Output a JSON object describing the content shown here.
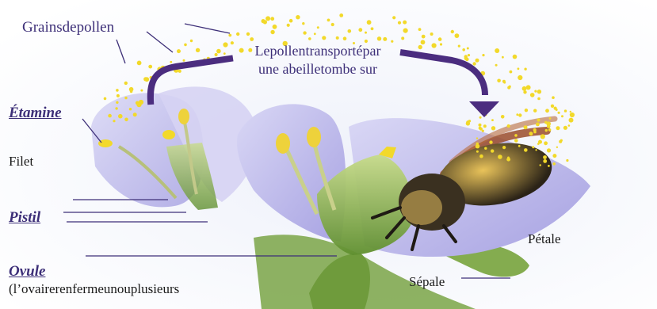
{
  "labels": {
    "pollen_grains": "Grainsdepollen",
    "transport_line1": "Lepollentransportépar",
    "transport_line2": "une abeilletombe sur",
    "stamen": "Étamine",
    "filament": "Filet",
    "pistil": "Pistil",
    "ovule": "Ovule",
    "ovary_note": "(l’ovairerenfermeunouplusieurs",
    "petal": "Pétale",
    "sepal": "Sépale"
  },
  "colors": {
    "label_text": "#3d2f78",
    "arrow": "#4b2d7f",
    "petal_fill": "#c7c3ef",
    "pollen": "#f2d92a",
    "stem_green": "#6f9b3c"
  }
}
